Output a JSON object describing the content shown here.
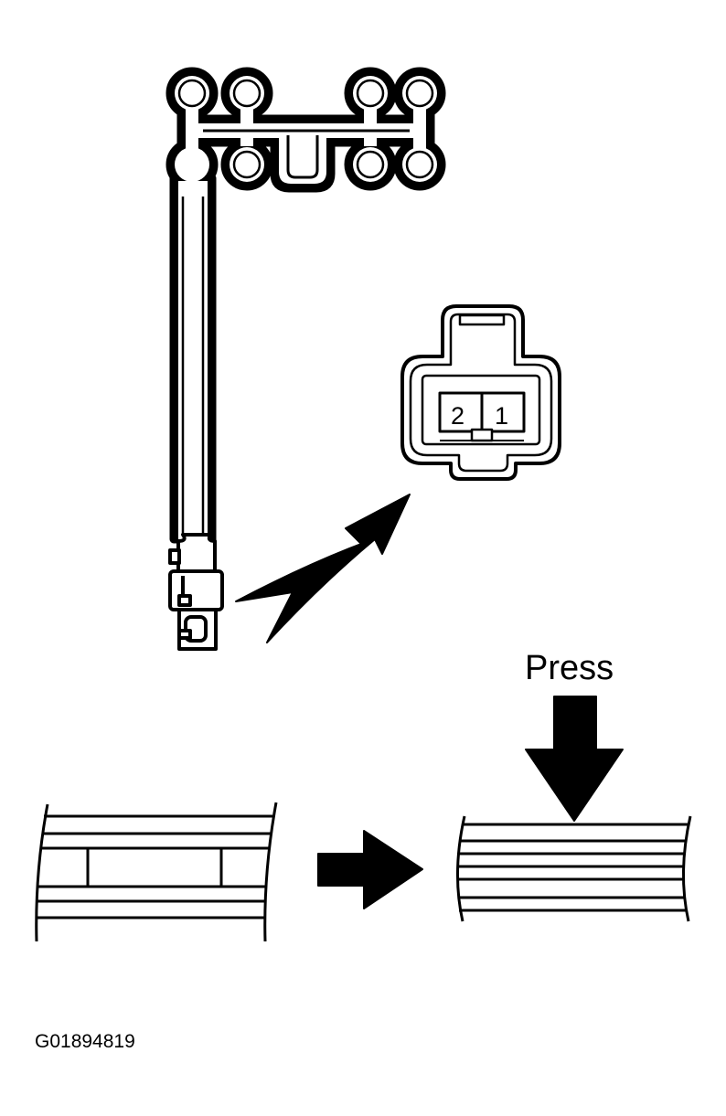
{
  "connector": {
    "pin_left": "2",
    "pin_right": "1"
  },
  "press_label": "Press",
  "figure_code": "G01894819",
  "colors": {
    "ink": "#000000",
    "paper": "#ffffff"
  }
}
